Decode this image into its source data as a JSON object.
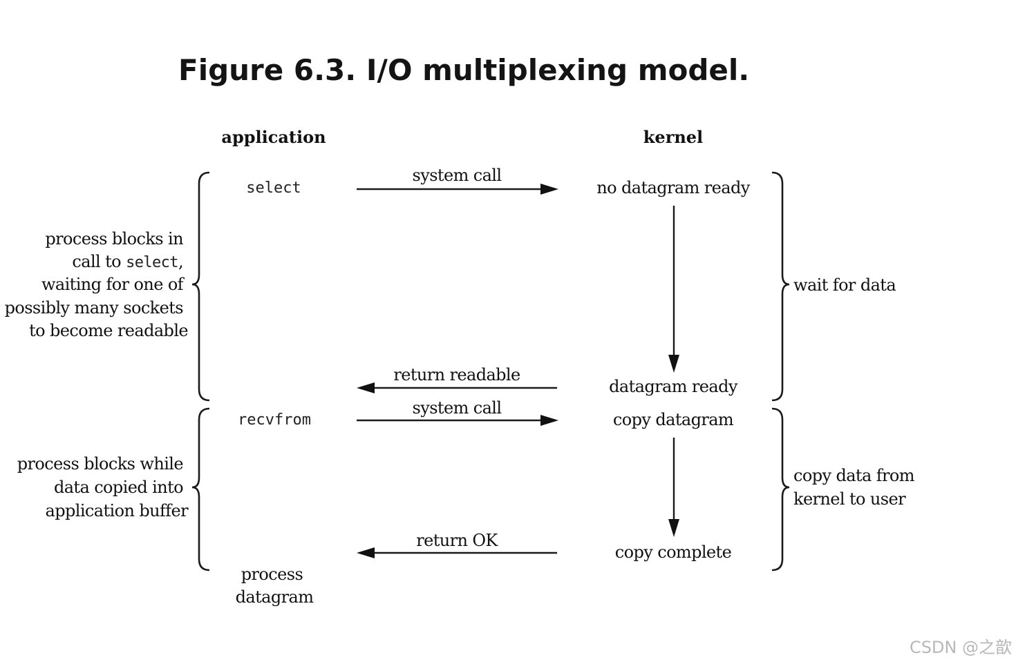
{
  "figure": {
    "title": "Figure 6.3. I/O multiplexing model."
  },
  "columns": {
    "application": "application",
    "kernel": "kernel"
  },
  "application_steps": {
    "select": "select",
    "recvfrom": "recvfrom",
    "process_datagram": [
      "process",
      "datagram"
    ]
  },
  "kernel_states": {
    "no_datagram_ready": "no datagram ready",
    "datagram_ready": "datagram ready",
    "copy_datagram": "copy datagram",
    "copy_complete": "copy complete"
  },
  "messages": {
    "system_call_1": "system call",
    "return_readable": "return readable",
    "system_call_2": "system call",
    "return_ok": "return OK"
  },
  "annotations": {
    "block_select": {
      "lines": [
        "process blocks in",
        "call to ",
        "waiting for one of",
        "possibly many sockets",
        "to become readable"
      ],
      "code": "select",
      "code_suffix": ","
    },
    "block_copy": [
      "process blocks while",
      "data copied into",
      "application buffer"
    ],
    "wait_for_data": "wait for data",
    "copy_data": [
      "copy data from",
      "kernel to user"
    ]
  },
  "watermark": "CSDN @之歆"
}
